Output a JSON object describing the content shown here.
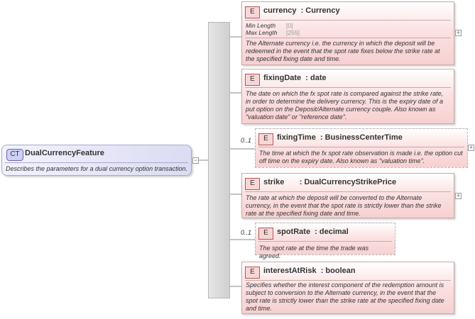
{
  "complex_type": {
    "badge": "CT",
    "name": "DualCurrencyFeature",
    "description": "Describes the parameters for a dual currency option transaction."
  },
  "collapse_symbol": "−",
  "expand_symbol": "+",
  "elements": [
    {
      "badge": "E",
      "label": "currency  : Currency",
      "facets": [
        {
          "name": "Min Length",
          "value": "[0]"
        },
        {
          "name": "Max Length",
          "value": "[255]"
        }
      ],
      "doc": "The Alternate currency i.e. the currency in which the deposit will be redeemed in the event that the spot rate fixes below the strike rate at the specified fixing date and time."
    },
    {
      "badge": "E",
      "label": "fixingDate  : date",
      "doc": "The date on which the fx spot rate is compared against the strike rate, in order to determine the delivery currency. This is the expiry date of a put option on the Deposit/Alternate currency couple. Also known as \"valuation date\" or \"reference date\"."
    },
    {
      "badge": "E",
      "occurrence": "0..1",
      "label": "fixingTime  : BusinessCenterTime",
      "doc": "The time at which the fx spot rate observation is made i.e. the option cut off time on the expiry date. Also known as \"valuation time\"."
    },
    {
      "badge": "E",
      "label": "strike       : DualCurrencyStrikePrice",
      "doc": "The rate at which the deposit will be converted to the Alternate currency, in the event that the spot rate is strictly lower than the strike rate at the specified fixing date and time."
    },
    {
      "badge": "E",
      "occurrence": "0..1",
      "label": "spotRate  : decimal",
      "doc": "The spot rate at the time the trade was agreed."
    },
    {
      "badge": "E",
      "label": "interestAtRisk  : boolean",
      "doc": "Specifies whether the interest component of the redemption amount is subject to conversion to the Alternate currency, in the event that the spot rate is strictly lower than the strike rate at the specified fixing date and time."
    }
  ]
}
